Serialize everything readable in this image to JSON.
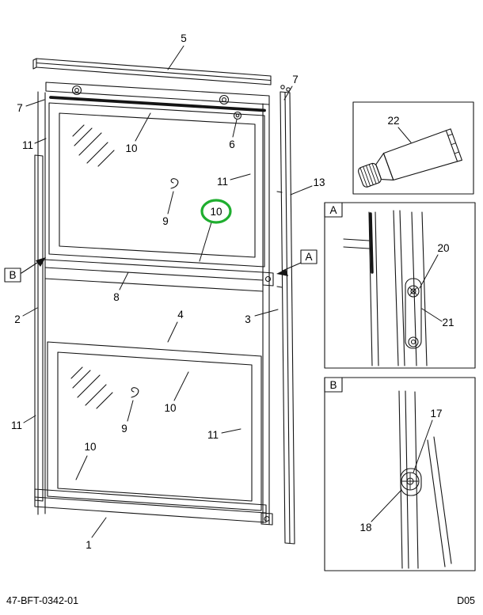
{
  "page": {
    "line_color": "#141414",
    "highlight_color": "#1fae2f",
    "background": "#ffffff"
  },
  "footer": {
    "part_number": "47-BFT-0342-01",
    "doc_code": "D05"
  },
  "assembly": {
    "callouts": {
      "top_rail": "5",
      "hinge_left": "7",
      "channel_top": "7",
      "weatherstrip_top": "10",
      "hinge_pin": "6",
      "left_frame_upper": "11",
      "sash_upper_right": "11",
      "channel_mid": "13",
      "clip_upper": "9",
      "glass_upper_highlight": "10",
      "sash_upper_bottom": "8",
      "view_b": "B",
      "view_a": "A",
      "left_frame": "2",
      "channel_lower": "3",
      "sash_lower_top": "4",
      "glass_lower": "10",
      "clip_lower": "9",
      "sash_lower_right": "11",
      "left_frame_lower": "11",
      "sash_lower_left": "10",
      "bottom_rail": "1"
    }
  },
  "details": {
    "sealant": {
      "callout": "22"
    },
    "view_a": {
      "label": "A",
      "screw": "20",
      "bracket": "21"
    },
    "view_b": {
      "label": "B",
      "screw": "17",
      "bracket": "18"
    }
  }
}
